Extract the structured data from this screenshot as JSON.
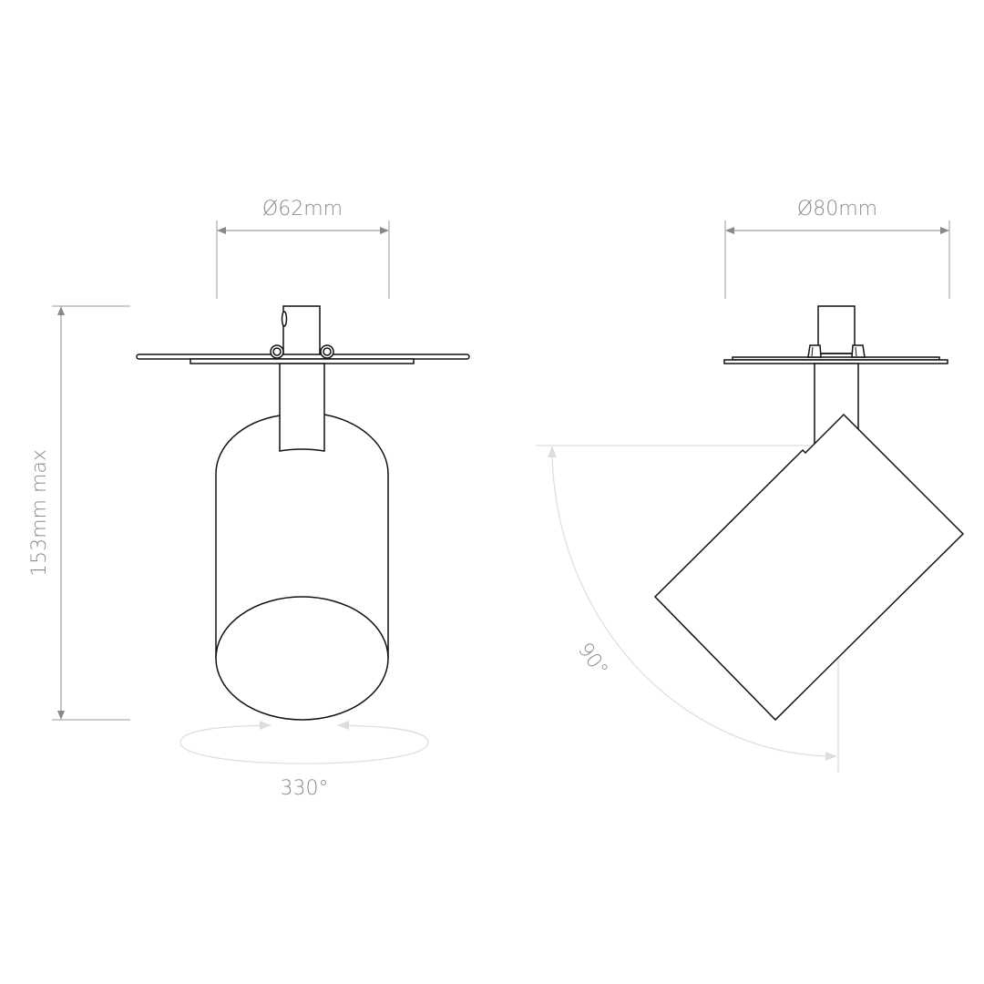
{
  "front_view": {
    "width_label": "Ø62mm",
    "height_label": "153mm max",
    "rotation_label": "330°"
  },
  "side_view": {
    "width_label": "Ø80mm",
    "tilt_label": "90°"
  },
  "colors": {
    "line": "#111111",
    "dimension": "#888888",
    "light_guide": "#dddddd"
  }
}
